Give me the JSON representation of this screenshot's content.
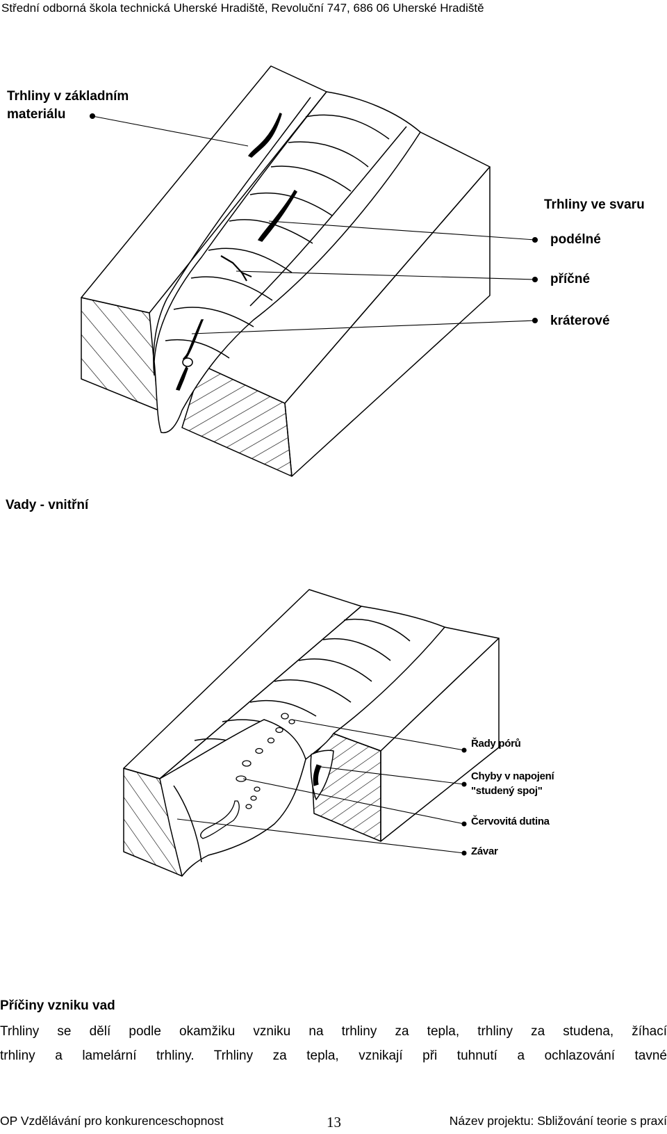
{
  "header": {
    "text": "Střední odborná škola technická Uherské Hradiště, Revoluční 747, 686 06 Uherské Hradiště"
  },
  "figure1": {
    "base_label_line1": "Trhliny v základním",
    "base_label_line2": "materiálu",
    "weld_title": "Trhliny ve svaru",
    "callouts": [
      "podélné",
      "příčné",
      "kráterové"
    ]
  },
  "subheading": "Vady - vnitřní",
  "figure2": {
    "callouts": [
      "Řady pórů",
      "Chyby v napojení",
      "\"studený spoj\"",
      "Červovitá dutina",
      "Závar"
    ]
  },
  "section": {
    "title": "Příčiny vzniku vad",
    "lines": [
      "Trhliny se dělí podle okamžiku vzniku na trhliny za tepla, trhliny za studena, žíhací",
      "trhliny a lamelární trhliny. Trhliny za tepla, vznikají při tuhnutí a ochlazování tavné"
    ]
  },
  "footer": {
    "left": "OP Vzdělávání pro konkurenceschopnost",
    "page_number": "13",
    "right": "Název projektu: Sbližování teorie s praxí"
  }
}
